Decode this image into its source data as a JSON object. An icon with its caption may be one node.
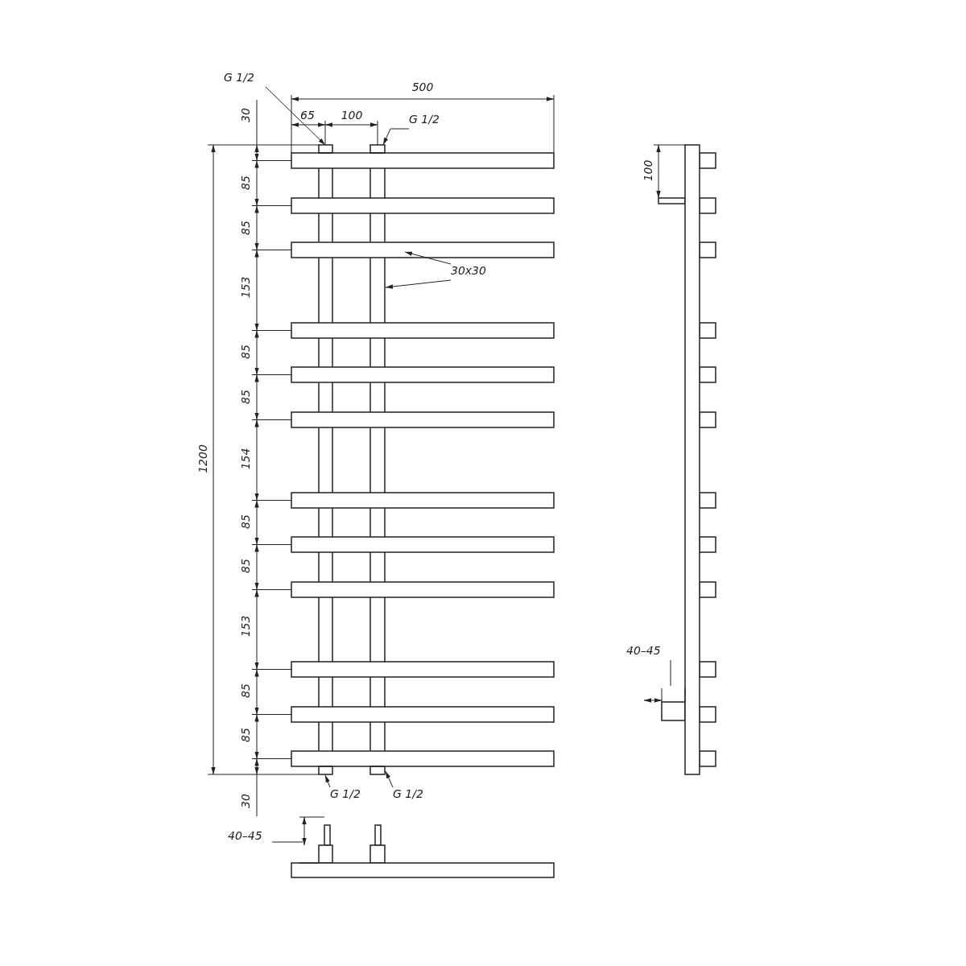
{
  "diagram": {
    "nodes": [
      {
        "text": [
          "G 1/2"
        ]
      },
      {
        "text": [
          "G 1/2"
        ]
      },
      {
        "text": [
          "G 1/2"
        ]
      },
      {
        "text": [
          "G 1/2"
        ]
      },
      {
        "text": [
          "30x30"
        ]
      },
      {
        "text": [
          "40–45"
        ]
      },
      {
        "text": [
          "40–45"
        ]
      }
    ],
    "edges": [
      {
        "from": 0,
        "to": null,
        "arrow": "to"
      },
      {
        "from": 1,
        "to": null,
        "arrow": "to"
      },
      {
        "from": 2,
        "to": null,
        "arrow": "to"
      },
      {
        "from": 3,
        "to": null,
        "arrow": "to"
      },
      {
        "from": 4,
        "to": null,
        "arrow": "to"
      },
      {
        "from": 4,
        "to": null,
        "arrow": "to"
      },
      {
        "from": 5,
        "to": null,
        "arrow": "none"
      },
      {
        "from": 6,
        "to": null,
        "arrow": "none"
      }
    ],
    "labels": [
      "500",
      "65",
      "100",
      "30",
      "85",
      "85",
      "153",
      "85",
      "85",
      "154",
      "85",
      "85",
      "153",
      "85",
      "85",
      "30",
      "1200",
      "100"
    ]
  }
}
